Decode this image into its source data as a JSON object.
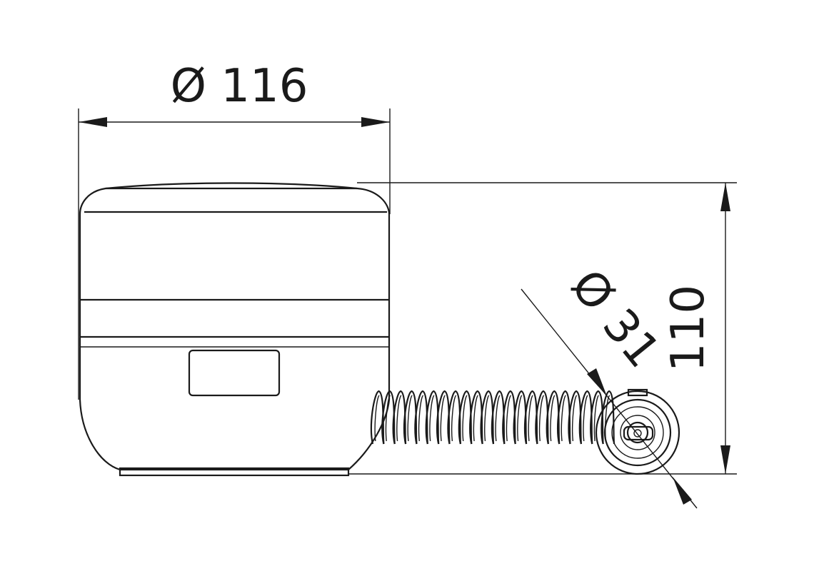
{
  "dimensions": {
    "diameter_main": "Ø 116",
    "diameter_plug": "Ø 31",
    "height": "110"
  }
}
